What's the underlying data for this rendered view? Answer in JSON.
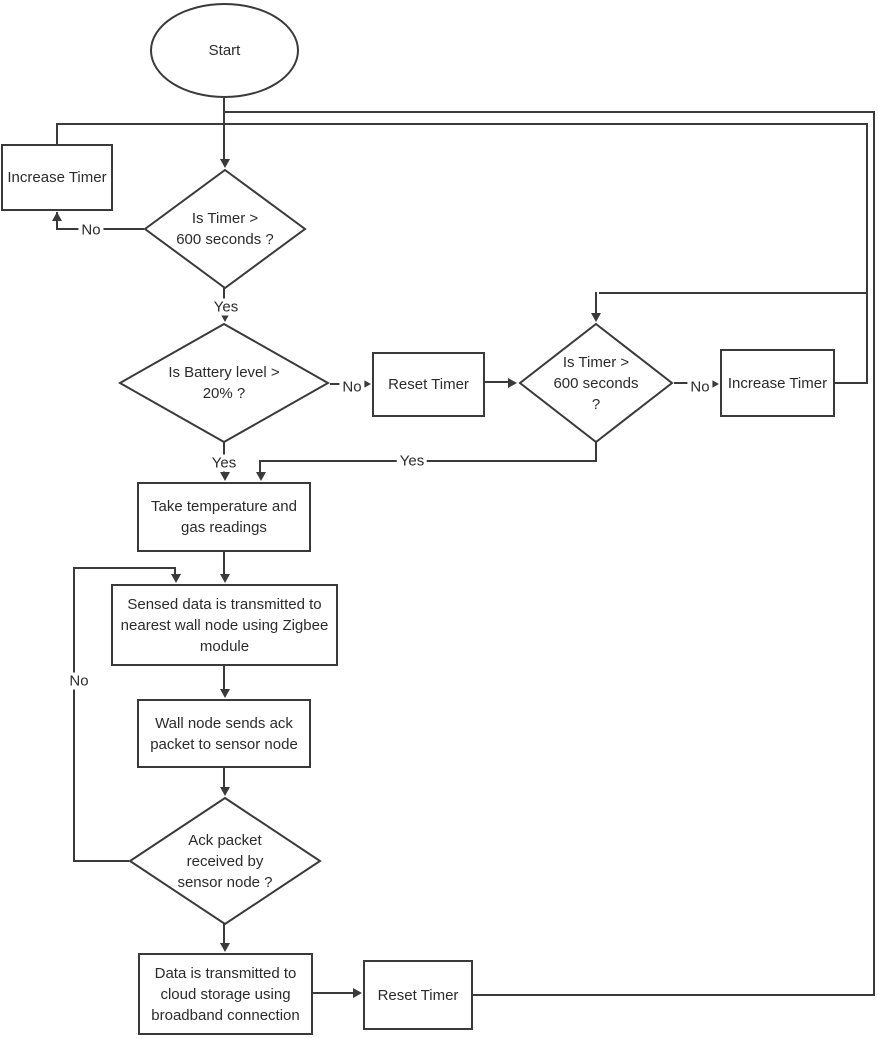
{
  "diagram": {
    "type": "flowchart",
    "colors": {
      "line": "#3a3a3a",
      "text": "#2b2b2b",
      "background": "#ffffff"
    },
    "nodes": {
      "start": {
        "shape": "terminator",
        "label": "Start"
      },
      "increase_timer_left": {
        "shape": "process",
        "label": "Increase Timer"
      },
      "timer_check_1": {
        "shape": "decision",
        "label": "Is Timer >\n600 seconds ?"
      },
      "battery_check": {
        "shape": "decision",
        "label": "Is Battery level >\n20% ?"
      },
      "reset_timer_mid": {
        "shape": "process",
        "label": "Reset Timer"
      },
      "timer_check_2": {
        "shape": "decision",
        "label": "Is Timer >\n600 seconds\n?"
      },
      "increase_timer_right": {
        "shape": "process",
        "label": "Increase Timer"
      },
      "take_readings": {
        "shape": "process",
        "label": "Take temperature and\ngas readings"
      },
      "transmit_zigbee": {
        "shape": "process",
        "label": "Sensed data is transmitted to\nnearest wall node using Zigbee\nmodule"
      },
      "wall_ack": {
        "shape": "process",
        "label": "Wall node sends ack\npacket to sensor node"
      },
      "ack_check": {
        "shape": "decision",
        "label": "Ack packet\nreceived by\nsensor node ?"
      },
      "cloud_upload": {
        "shape": "process",
        "label": "Data is transmitted to\ncloud storage using\nbroadband connection"
      },
      "reset_timer_bottom": {
        "shape": "process",
        "label": "Reset Timer"
      }
    },
    "edge_labels": {
      "timer1_no": "No",
      "timer1_yes": "Yes",
      "battery_no": "No",
      "battery_yes": "Yes",
      "timer2_no": "No",
      "timer2_yes": "Yes",
      "ack_no": "No"
    }
  }
}
